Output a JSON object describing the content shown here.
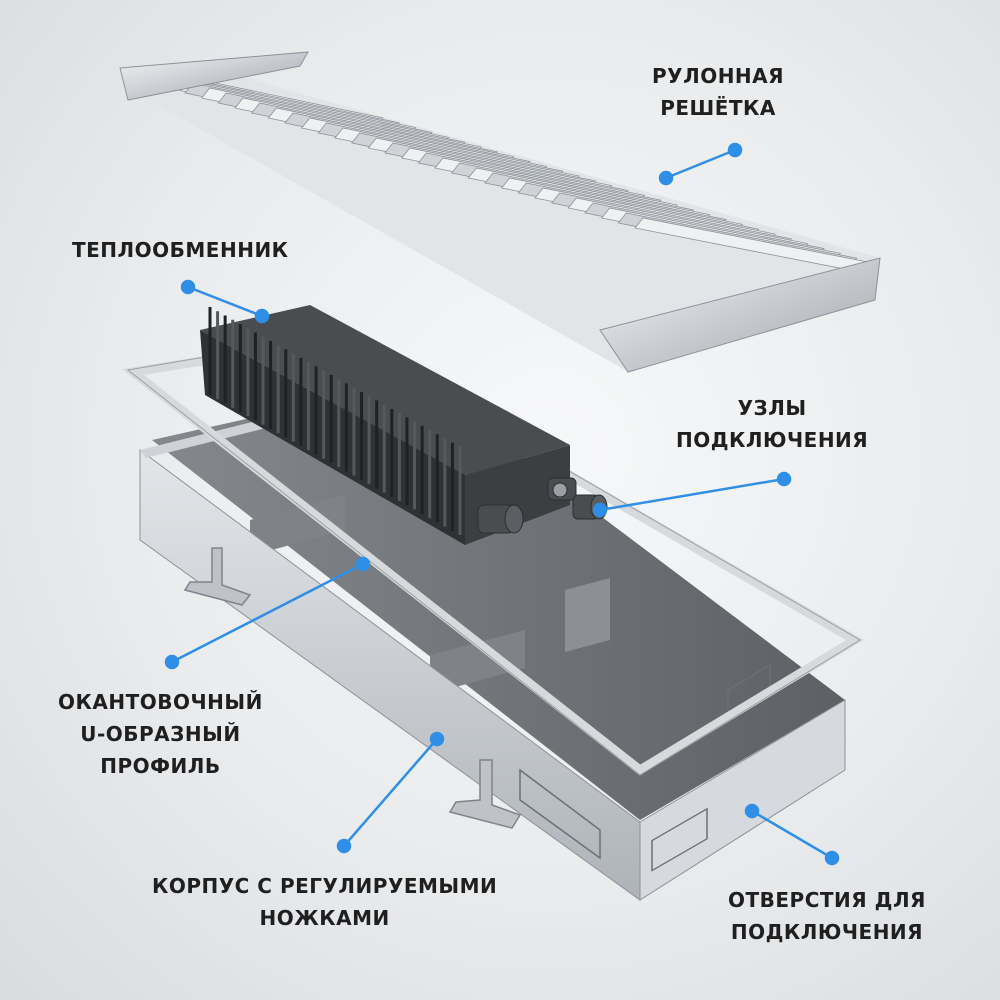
{
  "labels": {
    "grille": [
      "РУЛОННАЯ",
      "РЕШЁТКА"
    ],
    "heat_exchanger": [
      "ТЕПЛООБМЕННИК"
    ],
    "connection_nodes": [
      "УЗЛЫ",
      "ПОДКЛЮЧЕНИЯ"
    ],
    "edging_profile": [
      "ОКАНТОВОЧНЫЙ",
      "U-ОБРАЗНЫЙ",
      "ПРОФИЛЬ"
    ],
    "housing": [
      "КОРПУС С РЕГУЛИРУЕМЫМИ",
      "НОЖКАМИ"
    ],
    "connection_holes": [
      "ОТВЕРСТИЯ ДЛЯ",
      "ПОДКЛЮЧЕНИЯ"
    ]
  },
  "colors": {
    "callout": "#2f8fe6",
    "text": "#1f1f1f",
    "steel": "#c9cdd2",
    "tray": "#6e7175",
    "exchanger": "#3a3c3f"
  }
}
